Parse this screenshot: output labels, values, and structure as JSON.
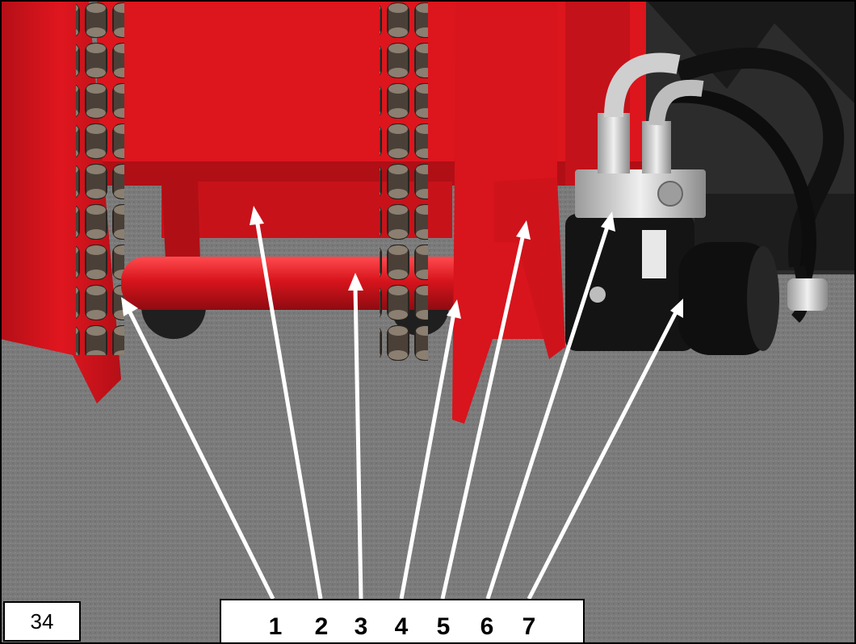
{
  "figure_number": "34",
  "callouts": [
    "1",
    "2",
    "3",
    "4",
    "5",
    "6",
    "7"
  ],
  "colors": {
    "frame_red": "#d8141c",
    "frame_red_dark": "#a00d14",
    "asphalt": "#7b7b7b",
    "motor_black": "#151515",
    "steel": "#c9c9c9",
    "arrow": "#ffffff"
  }
}
